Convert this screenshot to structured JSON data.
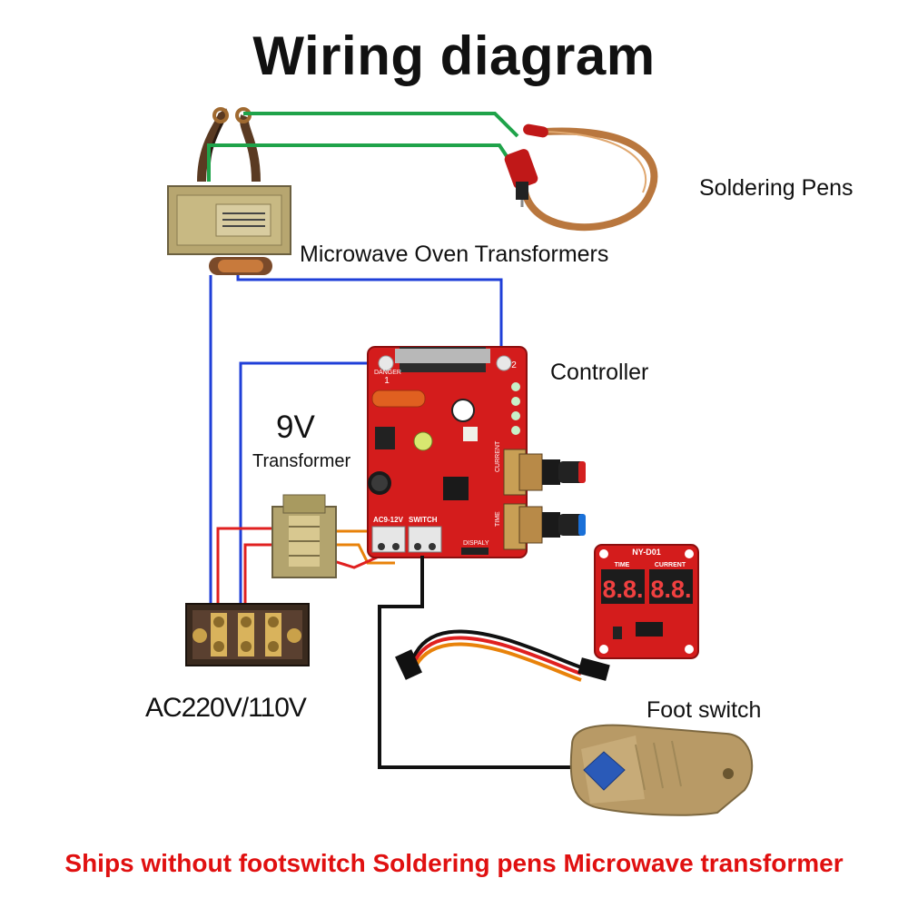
{
  "title": "Wiring diagram",
  "labels": {
    "soldering_pens": "Soldering Pens",
    "microwave_transformers": "Microwave Oven Transformers",
    "controller": "Controller",
    "transformer_voltage": "9V",
    "transformer": "Transformer",
    "mains": "AC220V/110V",
    "foot_switch": "Foot switch"
  },
  "controller_board": {
    "terminal_ac": "AC9-12V",
    "terminal_switch": "SWITCH",
    "display_port": "DISPALY",
    "knob_current": "CURRENT",
    "knob_time": "TIME",
    "danger": "DANGER",
    "pin_1": "1",
    "pin_2": "2"
  },
  "display_module": {
    "model": "NY-D01",
    "time_label": "TIME",
    "current_label": "CURRENT",
    "time_digits": "8.8.",
    "current_digits": "8.8."
  },
  "footer_note": "Ships without footswitch Soldering pens Microwave transformer",
  "colors": {
    "title_text": "#111111",
    "footer_text": "#e01010",
    "wire_green": "#1fa34a",
    "wire_blue": "#1f3fd8",
    "wire_red": "#e02020",
    "wire_black": "#111111",
    "wire_orange": "#e8820a",
    "pcb_red": "#d41c1c",
    "transformer_body": "#b7a670",
    "copper_coil": "#c87a3c",
    "foot_switch_body": "#b89a66"
  }
}
